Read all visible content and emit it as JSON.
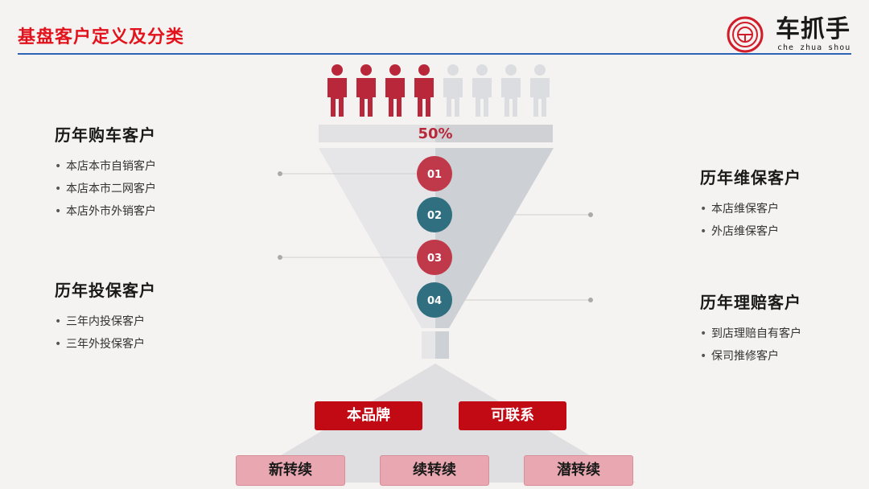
{
  "title": "基盘客户定义及分类",
  "logo": {
    "name": "车抓手",
    "sub": "che zhua shou"
  },
  "funnel": {
    "percent": "50%",
    "steps": [
      "01",
      "02",
      "03",
      "04"
    ],
    "people_total": 8,
    "people_highlighted": 4
  },
  "groups": {
    "purchase": {
      "title": "历年购车客户",
      "items": [
        "本店本市自销客户",
        "本店本市二网客户",
        "本店外市外销客户"
      ]
    },
    "insure": {
      "title": "历年投保客户",
      "items": [
        "三年内投保客户",
        "三年外投保客户"
      ]
    },
    "maintain": {
      "title": "历年维保客户",
      "items": [
        "本店维保客户",
        "外店维保客户"
      ]
    },
    "claims": {
      "title": "历年理赔客户",
      "items": [
        "到店理赔自有客户",
        "保司推修客户"
      ]
    }
  },
  "bottom": {
    "top_buttons": [
      "本品牌",
      "可联系"
    ],
    "bottom_buttons": [
      "新转续",
      "续转续",
      "潜转续"
    ]
  },
  "colors": {
    "red": "#c0394a",
    "teal": "#2f6f80",
    "title_red": "#e2131c",
    "rule_blue": "#2b63b5"
  }
}
